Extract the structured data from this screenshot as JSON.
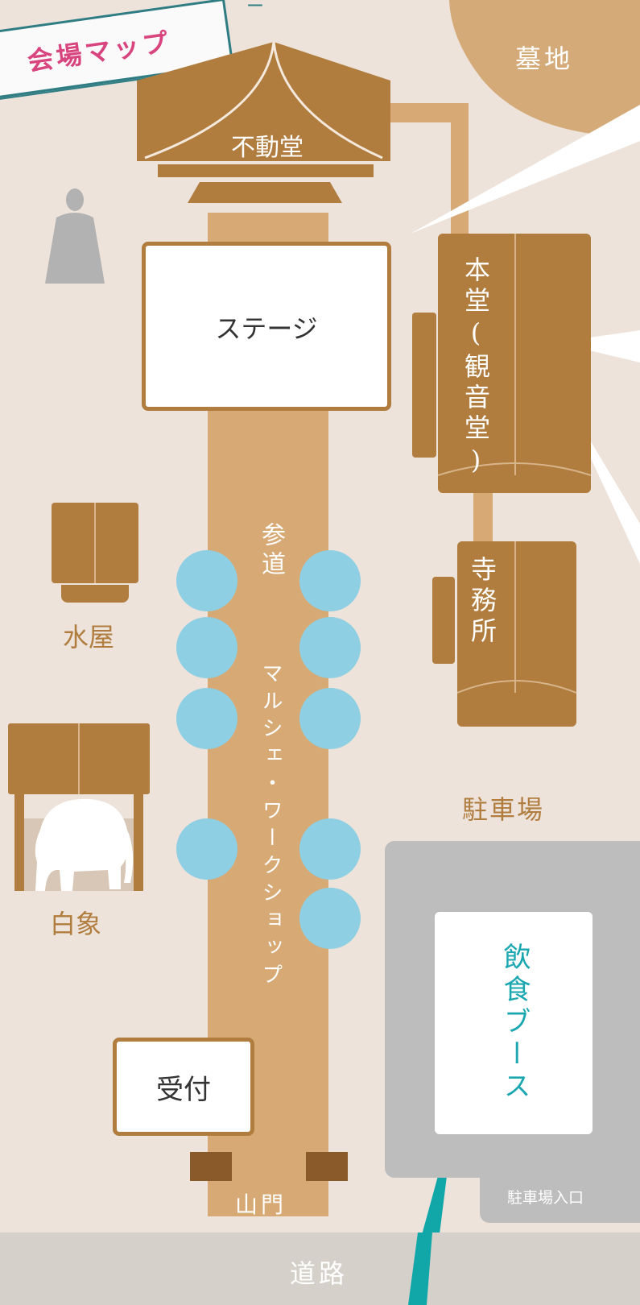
{
  "title": "会場マップ",
  "title_top_fragment": "ー",
  "labels": {
    "fudodo": "不動堂",
    "stage": "ステージ",
    "bochi": "墓地",
    "hondo": "本堂(観音堂)",
    "jimusho": "寺務所",
    "sando": "参道",
    "marche": "マルシェ・ワークショップ",
    "mizuya": "水屋",
    "hakuzo": "白象",
    "parking": "駐車場",
    "food": "飲食ブース",
    "reception": "受付",
    "sanmon": "山門",
    "parking_entrance": "駐車場入口",
    "road": "道路"
  },
  "colors": {
    "background": "#ede3db",
    "building": "#b07d3f",
    "path": "#d7a974",
    "booth": "#8fcfe3",
    "parking": "#bdbdbd",
    "food_text": "#1aa7b0",
    "pointer": "#11a7a8",
    "statue": "#b2b2b2"
  },
  "icons": {
    "statue": "statue-icon",
    "elephant": "elephant-icon"
  }
}
